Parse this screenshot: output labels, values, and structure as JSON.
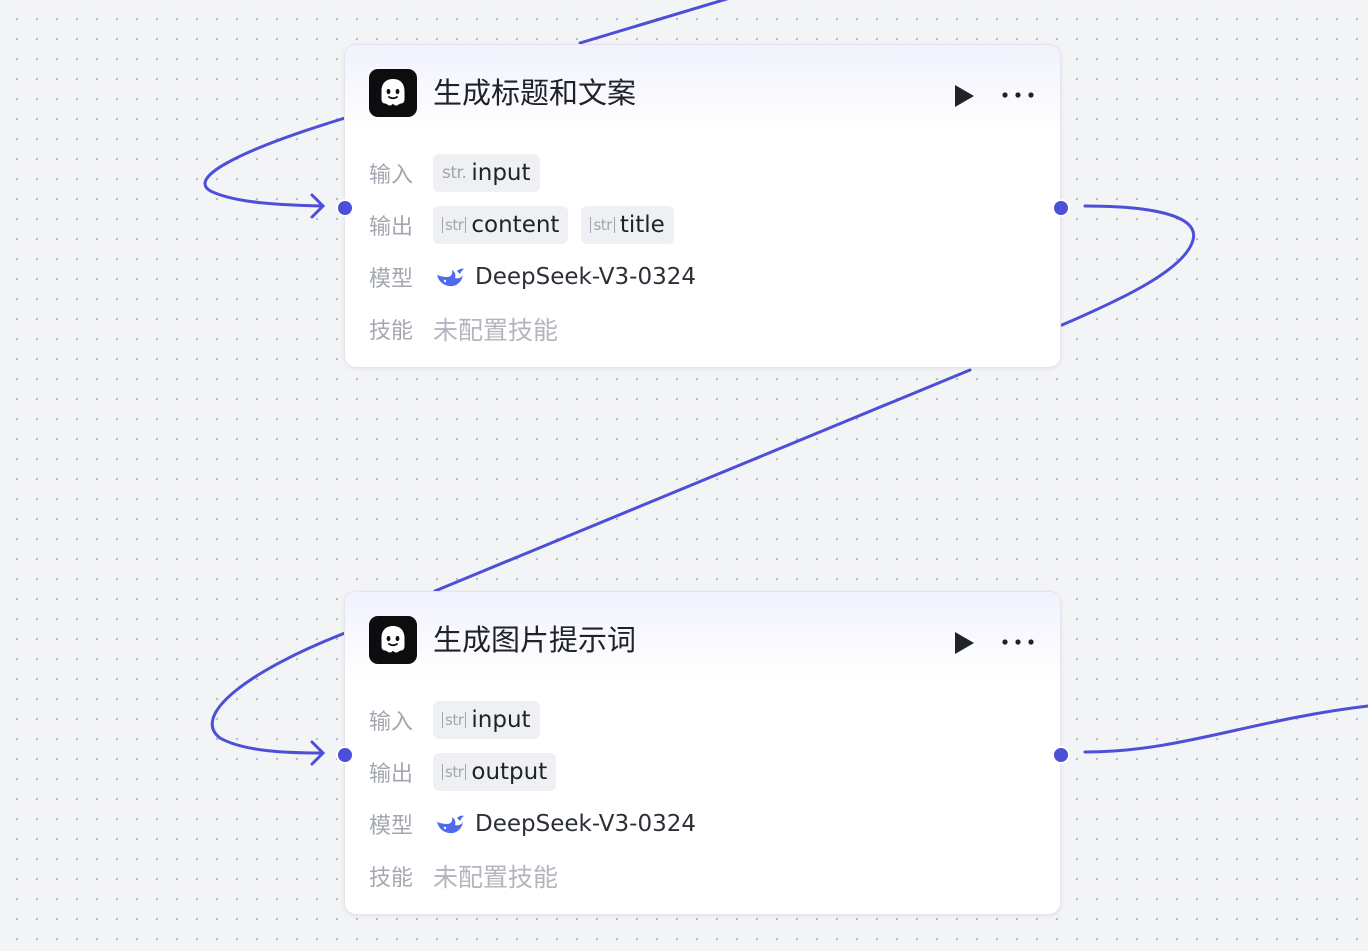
{
  "theme": {
    "accent": "#4e4fd8",
    "canvas_bg": "#f3f4f6"
  },
  "nodes": [
    {
      "title": "生成标题和文案",
      "icon": "ghost-logo-icon",
      "input_label": "输入",
      "inputs": [
        {
          "type": "str.",
          "name": "input"
        }
      ],
      "output_label": "输出",
      "outputs": [
        {
          "type": "str",
          "name": "content"
        },
        {
          "type": "str",
          "name": "title"
        }
      ],
      "model_label": "模型",
      "model_icon": "deepseek-whale-icon",
      "model": "DeepSeek-V3-0324",
      "skill_label": "技能",
      "skill": "未配置技能"
    },
    {
      "title": "生成图片提示词",
      "icon": "ghost-logo-icon",
      "input_label": "输入",
      "inputs": [
        {
          "type": "str",
          "name": "input"
        }
      ],
      "output_label": "输出",
      "outputs": [
        {
          "type": "str",
          "name": "output"
        }
      ],
      "model_label": "模型",
      "model_icon": "deepseek-whale-icon",
      "model": "DeepSeek-V3-0324",
      "skill_label": "技能",
      "skill": "未配置技能"
    }
  ]
}
